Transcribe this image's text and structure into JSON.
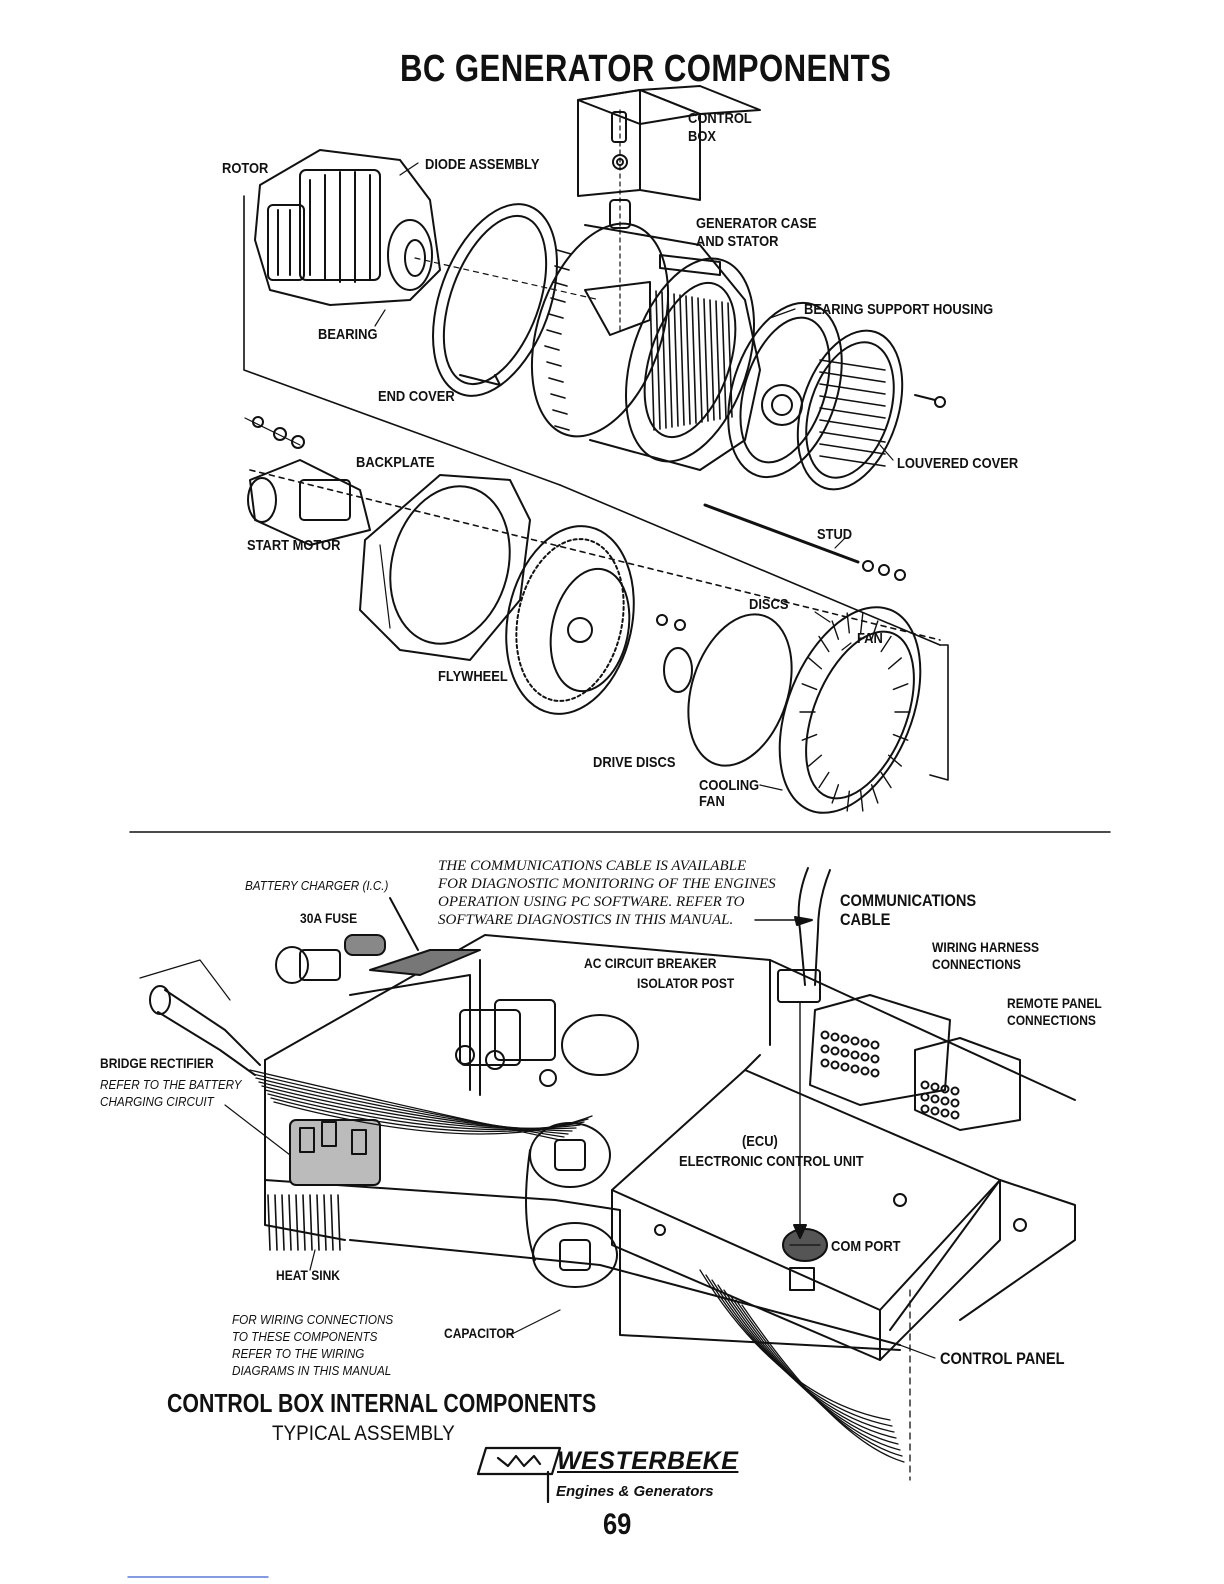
{
  "top": {
    "title": "BC GENERATOR COMPONENTS",
    "labels": {
      "control_box": [
        "CONTROL",
        "BOX"
      ],
      "rotor": "ROTOR",
      "diode_assembly": "DIODE ASSEMBLY",
      "generator_case": [
        "GENERATOR CASE",
        "AND STATOR"
      ],
      "bearing_support": "BEARING SUPPORT HOUSING",
      "bearing": "BEARING",
      "end_cover": "END COVER",
      "backplate": "BACKPLATE",
      "louvered_cover": "LOUVERED COVER",
      "start_motor": "START MOTOR",
      "stud": "STUD",
      "discs": "DISCS",
      "fan": "FAN",
      "flywheel": "FLYWHEEL",
      "drive_discs": "DRIVE DISCS",
      "cooling_fan": [
        "COOLING",
        "FAN"
      ]
    }
  },
  "bottom": {
    "comm_note": [
      "THE COMMUNICATIONS CABLE IS AVAILABLE",
      "FOR DIAGNOSTIC MONITORING OF THE ENGINES",
      "OPERATION USING PC SOFTWARE. REFER TO",
      "SOFTWARE DIAGNOSTICS IN THIS MANUAL."
    ],
    "labels": {
      "battery_charger": "BATTERY CHARGER (I.C.)",
      "fuse": "30A FUSE",
      "communications_cable": [
        "COMMUNICATIONS",
        "CABLE"
      ],
      "wiring_harness": [
        "WIRING HARNESS",
        "CONNECTIONS"
      ],
      "ac_breaker": "AC CIRCUIT BREAKER",
      "isolator_post": "ISOLATOR POST",
      "remote_panel": [
        "REMOTE PANEL",
        "CONNECTIONS"
      ],
      "bridge_rectifier": "BRIDGE RECTIFIER",
      "bridge_note": [
        "REFER TO THE BATTERY",
        "CHARGING CIRCUIT"
      ],
      "ecu": [
        "(ECU)",
        "ELECTRONIC CONTROL UNIT"
      ],
      "com_port": "COM PORT",
      "heat_sink": "HEAT SINK",
      "capacitor": "CAPACITOR",
      "control_panel": "CONTROL PANEL",
      "wiring_note": [
        "FOR WIRING CONNECTIONS",
        "TO THESE COMPONENTS",
        "REFER TO THE WIRING",
        "DIAGRAMS IN THIS MANUAL"
      ]
    },
    "heading": "CONTROL BOX INTERNAL COMPONENTS",
    "subheading": "TYPICAL ASSEMBLY"
  },
  "footer": {
    "brand": "WESTERBEKE",
    "tagline": "Engines & Generators",
    "page_number": "69"
  }
}
